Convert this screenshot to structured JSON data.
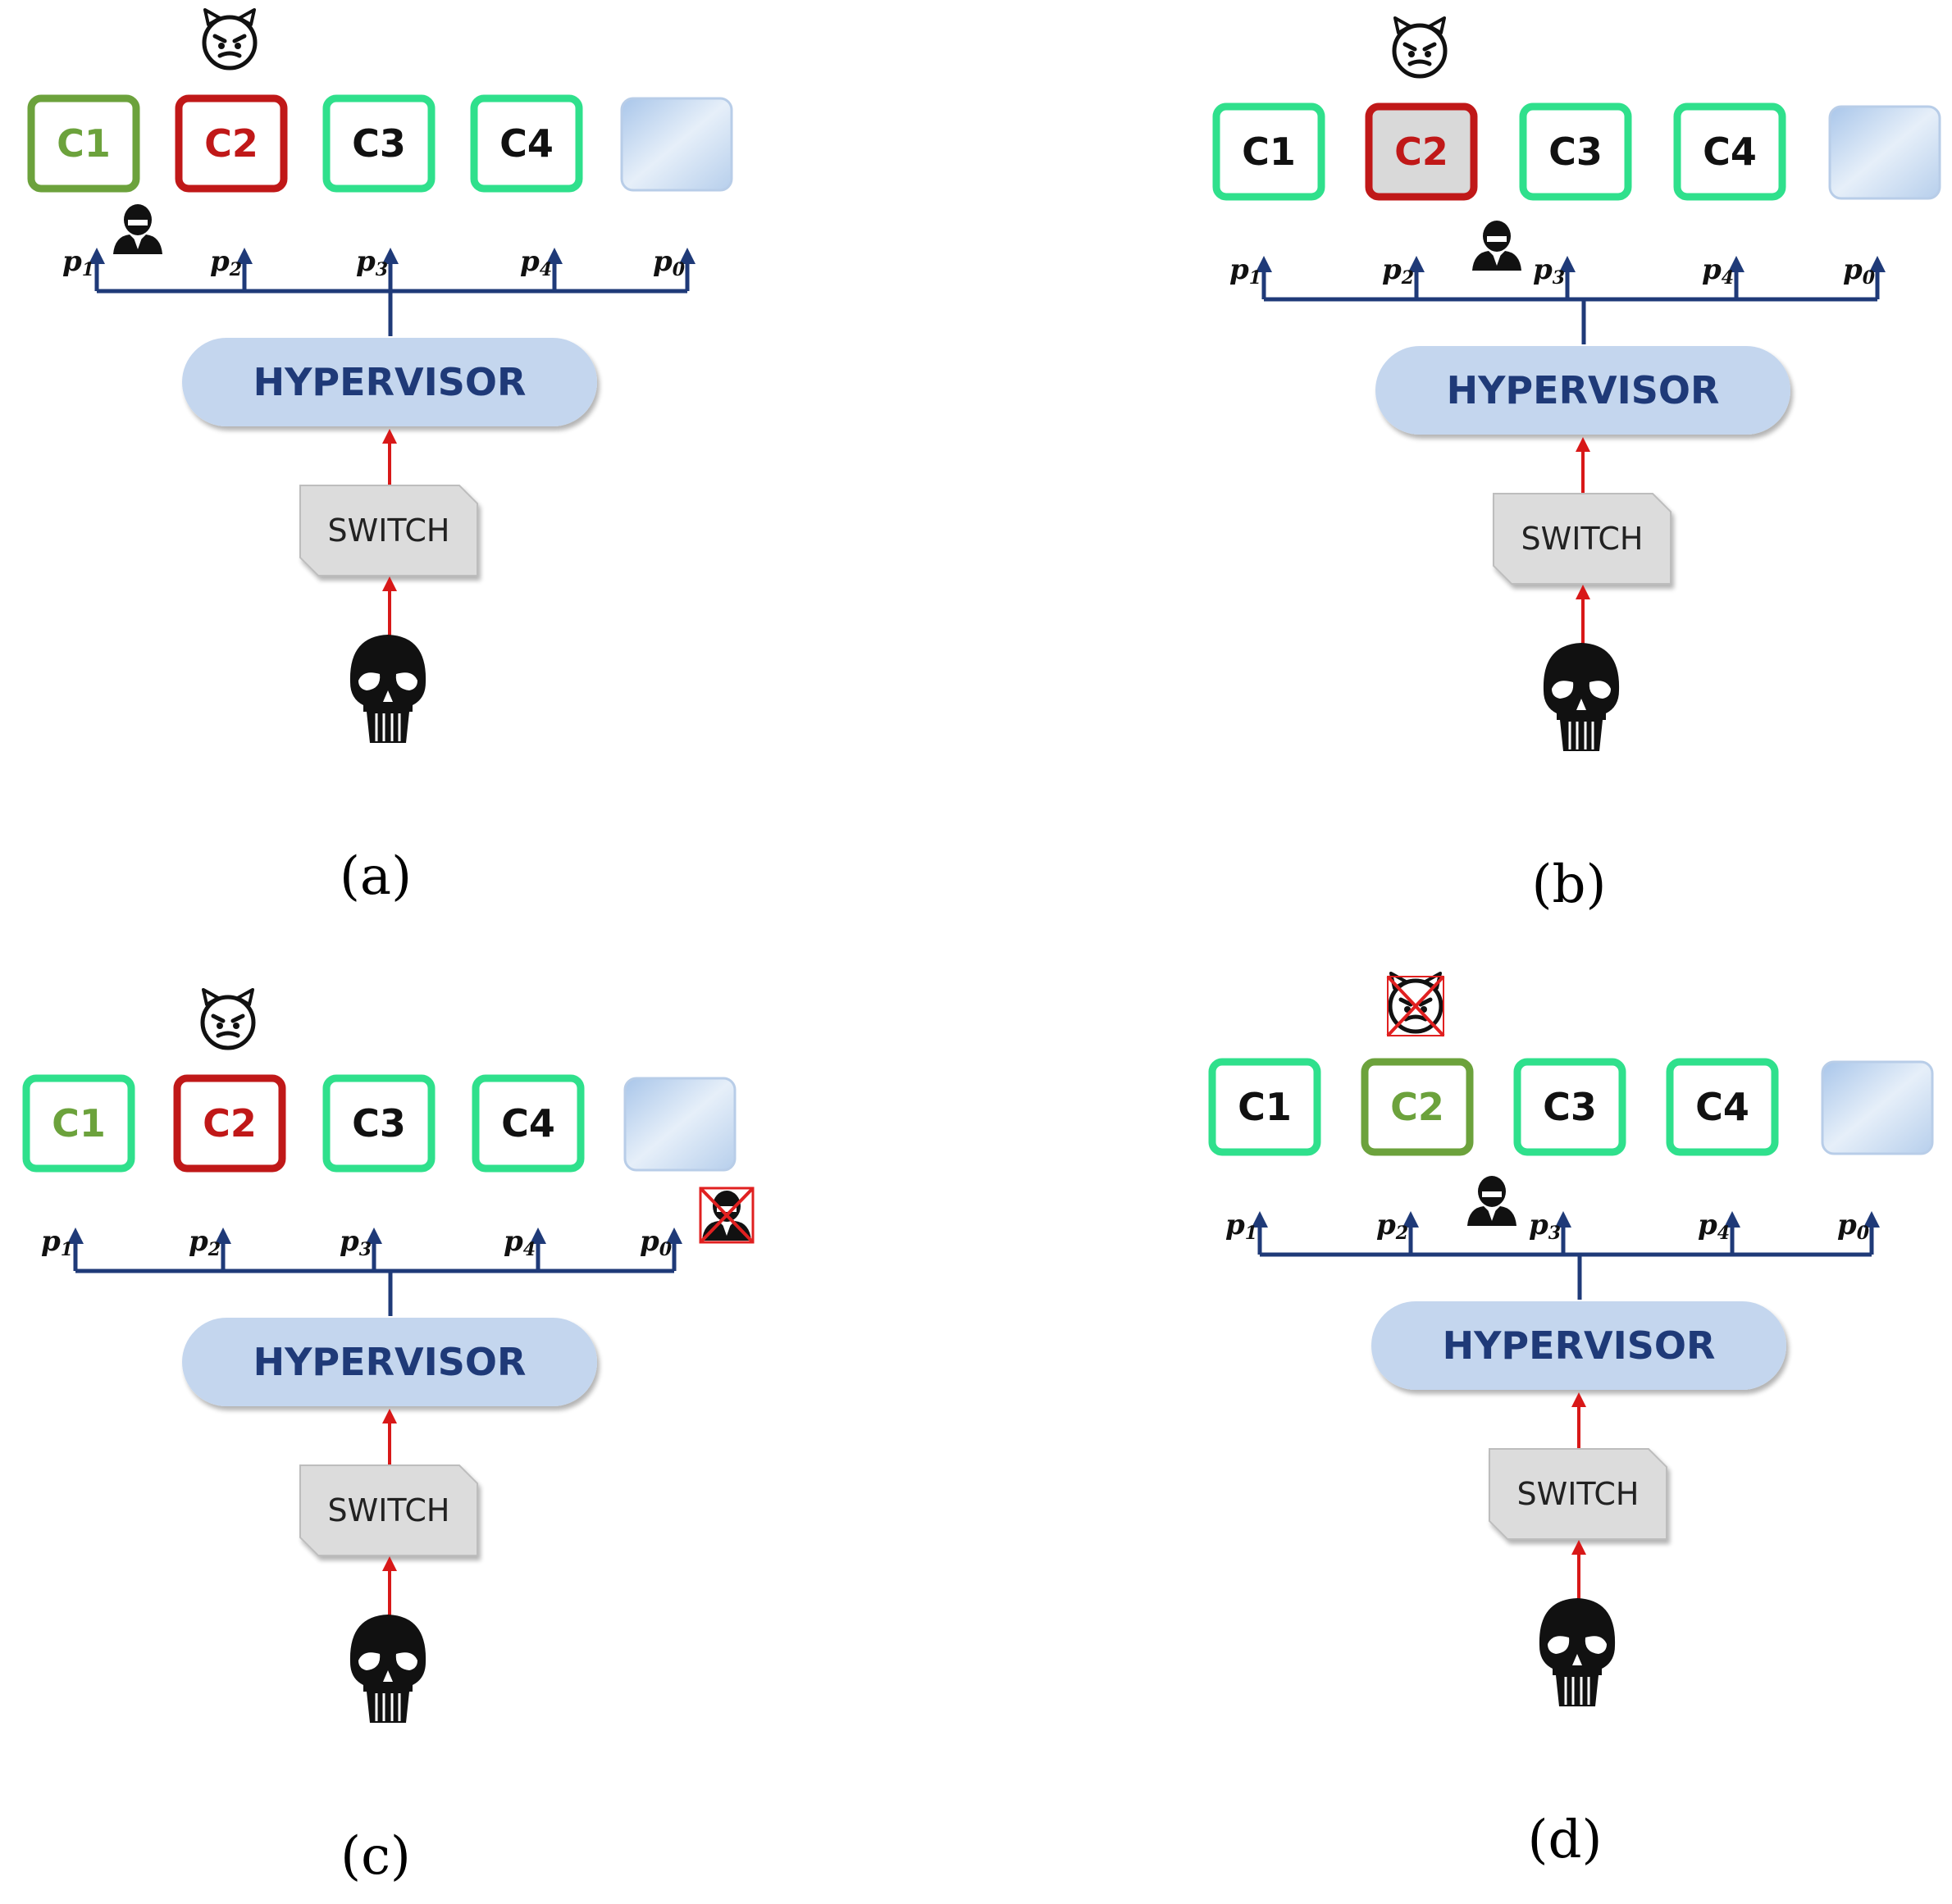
{
  "colors": {
    "green_bright": "#2fe08c",
    "green_olive": "#6ca23c",
    "red": "#c01818",
    "navy": "#1f3a78",
    "arrow_red": "#d81818",
    "hypervisor_fill": "#c4d6ee",
    "switch_fill": "#dcdcdc",
    "empty_box_fill": "#c9dcf2"
  },
  "labels": {
    "hypervisor": "HYPERVISOR",
    "switch": "SWITCH"
  },
  "ports": [
    {
      "main": "p",
      "sub": "1"
    },
    {
      "main": "p",
      "sub": "2"
    },
    {
      "main": "p",
      "sub": "3"
    },
    {
      "main": "p",
      "sub": "4"
    },
    {
      "main": "p",
      "sub": "0"
    }
  ],
  "panels": [
    {
      "caption": "(a)",
      "containers": [
        {
          "label": "C1",
          "state": "clean"
        },
        {
          "label": "C2",
          "state": "compromised"
        },
        {
          "label": "C3",
          "state": "normal"
        },
        {
          "label": "C4",
          "state": "normal"
        },
        {
          "label": "",
          "state": "empty"
        }
      ],
      "devil_icon": "devil-icon",
      "spy_icon": "spy-icon"
    },
    {
      "caption": "(b)",
      "containers": [
        {
          "label": "C1",
          "state": "normal"
        },
        {
          "label": "C2",
          "state": "compromised-shaded"
        },
        {
          "label": "C3",
          "state": "normal"
        },
        {
          "label": "C4",
          "state": "normal"
        },
        {
          "label": "",
          "state": "empty"
        }
      ],
      "devil_icon": "devil-icon",
      "spy_icon": "spy-icon"
    },
    {
      "caption": "(c)",
      "containers": [
        {
          "label": "C1",
          "state": "normal-olive"
        },
        {
          "label": "C2",
          "state": "compromised"
        },
        {
          "label": "C3",
          "state": "normal"
        },
        {
          "label": "C4",
          "state": "normal"
        },
        {
          "label": "",
          "state": "empty"
        }
      ],
      "devil_icon": "devil-icon",
      "spy_icon": "spy-crossed-icon"
    },
    {
      "caption": "(d)",
      "containers": [
        {
          "label": "C1",
          "state": "normal-black"
        },
        {
          "label": "C2",
          "state": "clean"
        },
        {
          "label": "C3",
          "state": "normal"
        },
        {
          "label": "C4",
          "state": "normal"
        },
        {
          "label": "",
          "state": "empty"
        }
      ],
      "devil_icon": "devil-crossed-icon",
      "spy_icon": "spy-icon"
    }
  ]
}
